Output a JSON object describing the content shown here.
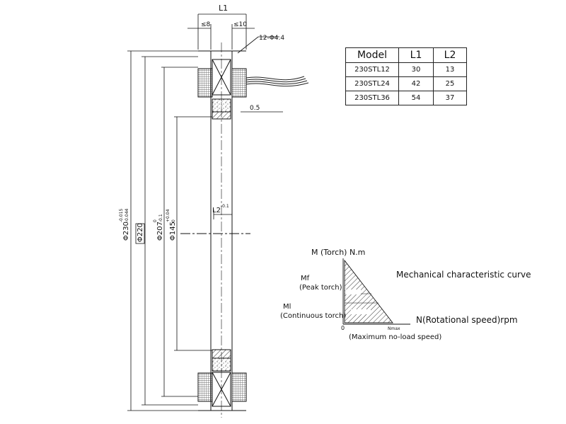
{
  "dimensions": {
    "l1": "L1",
    "left_width": "≤8",
    "right_width": "≤10",
    "holes": "12-Φ4.4",
    "gap": "0.5",
    "l2": "L2",
    "l2_tol": "-0.1",
    "od": "Φ230",
    "od_tol_upper": "-0.015",
    "od_tol_lower": "-0.044",
    "pcd": "Φ220",
    "d207": "Φ207",
    "d207_tol_upper": "0",
    "d207_tol_lower": "-0.1",
    "id": "Φ145",
    "id_tol_upper": "+0.04",
    "id_tol_lower": "0"
  },
  "table": {
    "headers": [
      "Model",
      "L1",
      "L2"
    ],
    "rows": [
      [
        "230STL12",
        "30",
        "13"
      ],
      [
        "230STL24",
        "42",
        "25"
      ],
      [
        "230STL36",
        "54",
        "37"
      ]
    ]
  },
  "curve": {
    "y_axis": "M (Torch) N.m",
    "title": "Mechanical characteristic curve",
    "x_axis": "N(Rotational speed)rpm",
    "mf": "Mf",
    "mf_sub": "(Peak torch)",
    "ml": "Ml",
    "ml_sub": "(Continuous torch)",
    "origin": "0",
    "nmax": "Nmax",
    "nmax_note": "(Maximum no-load speed)"
  }
}
